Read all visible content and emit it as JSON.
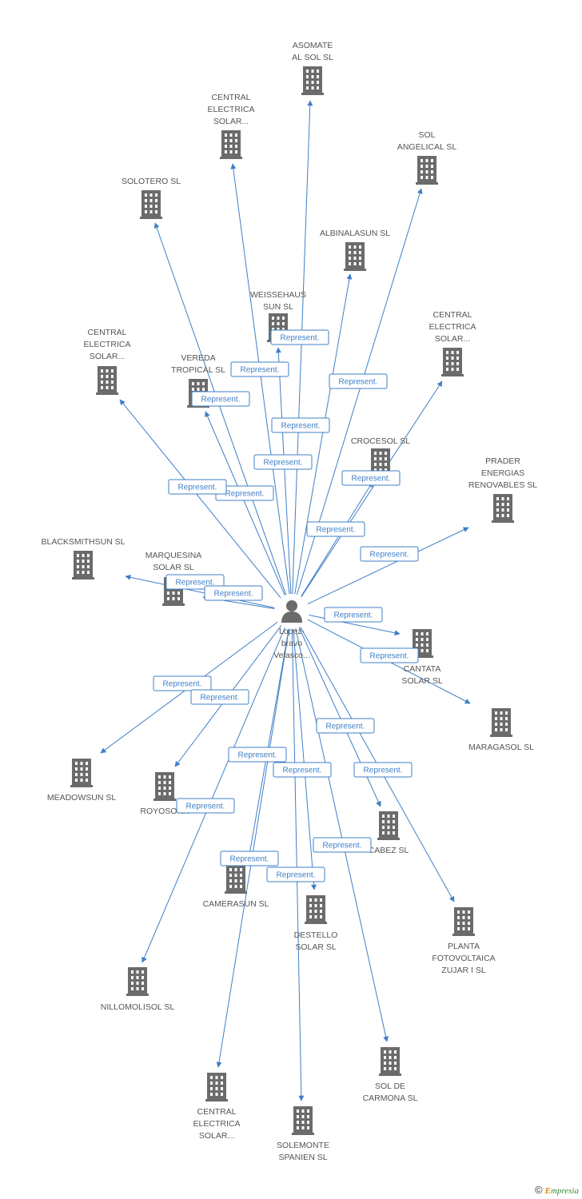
{
  "center": {
    "label": [
      "Lopez-",
      "bravo",
      "Velasco..."
    ],
    "icon": "person-icon"
  },
  "relation_label": "Represent.",
  "colors": {
    "edge": "#3f7fc7",
    "icon": "#6b6b6b",
    "label": "#555555"
  },
  "companies": [
    {
      "id": "asomate",
      "label": [
        "ASOMATE",
        "AL SOL SL"
      ],
      "icon": "building-icon"
    },
    {
      "id": "central1",
      "label": [
        "CENTRAL",
        "ELECTRICA",
        "SOLAR..."
      ],
      "icon": "building-icon"
    },
    {
      "id": "sol-angelical",
      "label": [
        "SOL",
        "ANGELICAL SL"
      ],
      "icon": "building-icon"
    },
    {
      "id": "solotero",
      "label": [
        "SOLOTERO SL"
      ],
      "icon": "building-icon"
    },
    {
      "id": "albinalasun",
      "label": [
        "ALBINALASUN SL"
      ],
      "icon": "building-icon"
    },
    {
      "id": "weissehaus",
      "label": [
        "WEISSEHAUS",
        "SUN SL"
      ],
      "icon": "building-icon"
    },
    {
      "id": "central2",
      "label": [
        "CENTRAL",
        "ELECTRICA",
        "SOLAR..."
      ],
      "icon": "building-icon"
    },
    {
      "id": "central3",
      "label": [
        "CENTRAL",
        "ELECTRICA",
        "SOLAR..."
      ],
      "icon": "building-icon"
    },
    {
      "id": "vereda",
      "label": [
        "VEREDA",
        "TROPICAL SL"
      ],
      "icon": "building-icon"
    },
    {
      "id": "crocesol",
      "label": [
        "CROCESOL SL"
      ],
      "icon": "building-icon"
    },
    {
      "id": "prader",
      "label": [
        "PRADER",
        "ENERGIAS",
        "RENOVABLES SL"
      ],
      "icon": "building-icon"
    },
    {
      "id": "blacksmithsun",
      "label": [
        "BLACKSMITHSUN SL"
      ],
      "icon": "building-icon"
    },
    {
      "id": "marquesina",
      "label": [
        "MARQUESINA",
        "SOLAR SL"
      ],
      "icon": "building-icon"
    },
    {
      "id": "cantata",
      "label": [
        "CANTATA",
        "SOLAR SL"
      ],
      "icon": "building-icon"
    },
    {
      "id": "maragasol",
      "label": [
        "MARAGASOL SL"
      ],
      "icon": "building-icon"
    },
    {
      "id": "meadowsun",
      "label": [
        "MEADOWSUN SL"
      ],
      "icon": "building-icon"
    },
    {
      "id": "royosonn",
      "label": [
        "ROYOSONN"
      ],
      "icon": "building-icon"
    },
    {
      "id": "cabez",
      "label": [
        "CABEZ SL"
      ],
      "icon": "building-icon"
    },
    {
      "id": "camerasun",
      "label": [
        "CAMERASUN SL"
      ],
      "icon": "building-icon"
    },
    {
      "id": "destello",
      "label": [
        "DESTELLO",
        "SOLAR SL"
      ],
      "icon": "building-icon"
    },
    {
      "id": "planta",
      "label": [
        "PLANTA",
        "FOTOVOLTAICA",
        "ZUJAR I SL"
      ],
      "icon": "building-icon"
    },
    {
      "id": "nillomolisol",
      "label": [
        "NILLOMOLISOL SL"
      ],
      "icon": "building-icon"
    },
    {
      "id": "sol-carmona",
      "label": [
        "SOL DE",
        "CARMONA SL"
      ],
      "icon": "building-icon"
    },
    {
      "id": "central4",
      "label": [
        "CENTRAL",
        "ELECTRICA",
        "SOLAR..."
      ],
      "icon": "building-icon"
    },
    {
      "id": "solemonte",
      "label": [
        "SOLEMONTE",
        "SPANIEN SL"
      ],
      "icon": "building-icon"
    }
  ],
  "footer": {
    "copyright": "©",
    "brand_initial": "E",
    "brand_rest": "mpresia"
  }
}
